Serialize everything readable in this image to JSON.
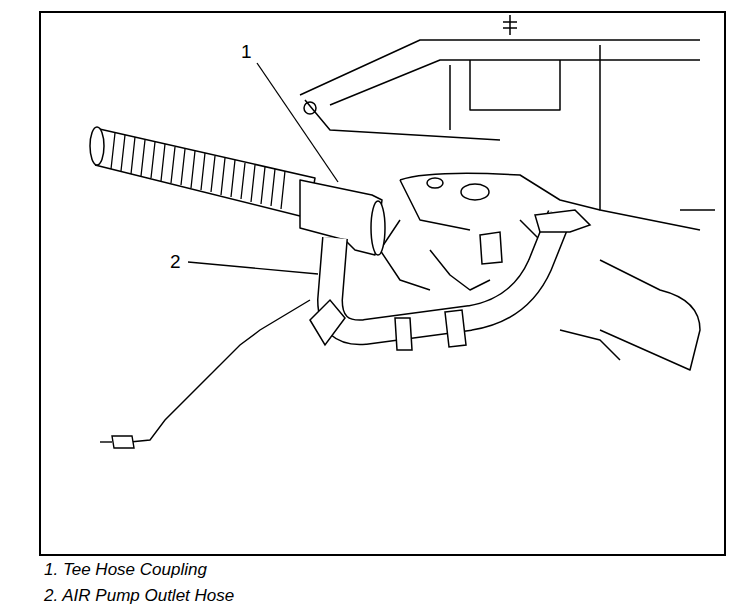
{
  "diagram": {
    "labels": [
      "1",
      "2",
      "1. Tee Hose Coupling",
      "2. AIR Pump Outlet Hose"
    ]
  }
}
